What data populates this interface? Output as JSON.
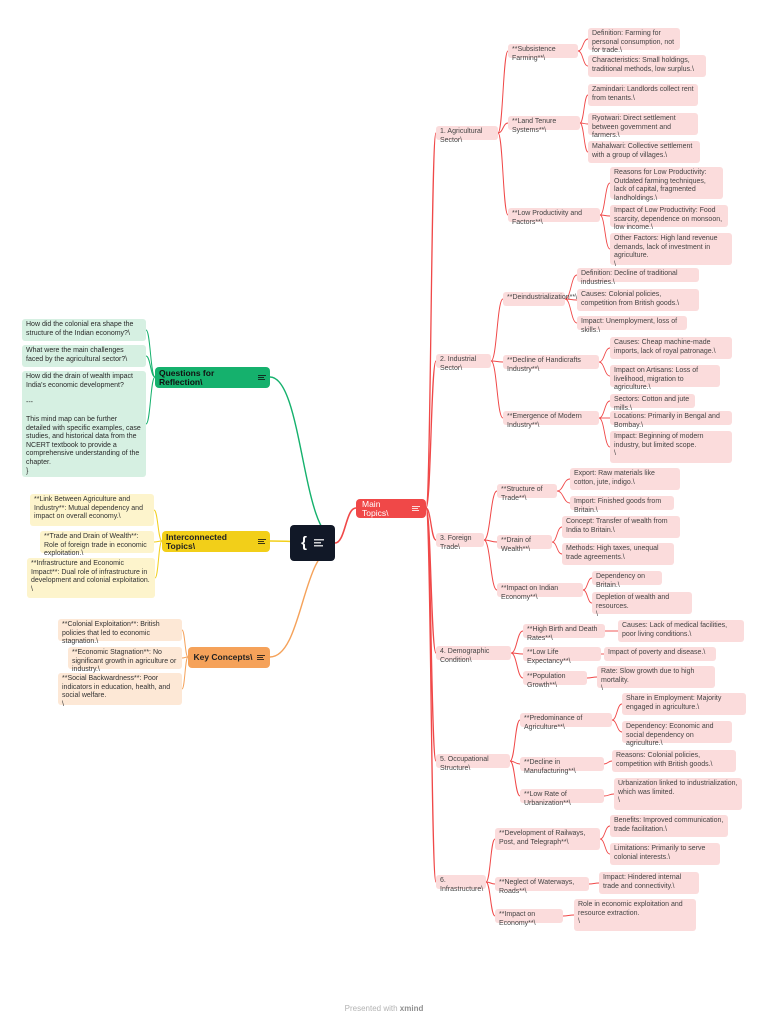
{
  "center": {
    "label": "{"
  },
  "colors": {
    "red": "#f04848",
    "green": "#15b16d",
    "yellow": "#f2cf19",
    "orange": "#f5a25a",
    "center": "#111827"
  },
  "branches": {
    "main": {
      "label": "Main Topics\\"
    },
    "reflection": {
      "label": "Questions for Reflection\\"
    },
    "interconnected": {
      "label": "Interconnected Topics\\"
    },
    "key": {
      "label": "Key Concepts\\"
    }
  },
  "main_topics": [
    {
      "label": "1. Agricultural Sector\\",
      "subs": [
        {
          "label": "**Subsistence Farming**\\",
          "details": [
            "Definition: Farming for personal consumption, not for trade.\\",
            "Characteristics: Small holdings, traditional methods, low surplus.\\"
          ]
        },
        {
          "label": "**Land Tenure Systems**\\",
          "details": [
            "Zamindari: Landlords collect rent from tenants.\\",
            "Ryotwari: Direct settlement between government and farmers.\\",
            "Mahalwari: Collective settlement with a group of villages.\\"
          ]
        },
        {
          "label": "**Low Productivity and Factors**\\",
          "details": [
            "Reasons for Low Productivity: Outdated farming techniques, lack of capital, fragmented landholdings.\\",
            "Impact of Low Productivity: Food scarcity, dependence on monsoon, low income.\\",
            "Other Factors: High land revenue demands, lack of investment in agriculture.\n\\"
          ]
        }
      ]
    },
    {
      "label": "2. Industrial Sector\\",
      "subs": [
        {
          "label": "**Deindustrialization**\\",
          "details": [
            "Definition: Decline of traditional industries.\\",
            "Causes: Colonial policies, competition from British goods.\\",
            "Impact: Unemployment, loss of skills.\\"
          ]
        },
        {
          "label": "**Decline of Handicrafts Industry**\\",
          "details": [
            "Causes: Cheap machine-made imports, lack of royal patronage.\\",
            "Impact on Artisans: Loss of livelihood, migration to agriculture.\\"
          ]
        },
        {
          "label": "**Emergence of Modern Industry**\\",
          "details": [
            "Sectors: Cotton and jute mills.\\",
            "Locations: Primarily in Bengal and Bombay.\\",
            "Impact: Beginning of modern industry, but limited scope.\n\\"
          ]
        }
      ]
    },
    {
      "label": "3. Foreign Trade\\",
      "subs": [
        {
          "label": "**Structure of Trade**\\",
          "details": [
            "Export: Raw materials like cotton, jute, indigo.\\",
            "Import: Finished goods from Britain.\\"
          ]
        },
        {
          "label": "**Drain of Wealth**\\",
          "details": [
            "Concept: Transfer of wealth from India to Britain.\\",
            "Methods: High taxes, unequal trade agreements.\\"
          ]
        },
        {
          "label": "**Impact on Indian Economy**\\",
          "details": [
            "Dependency on Britain.\\",
            "Depletion of wealth and resources.\n\\"
          ]
        }
      ]
    },
    {
      "label": "4. Demographic Condition\\",
      "subs": [
        {
          "label": "**High Birth and Death Rates**\\",
          "details": [
            "Causes: Lack of medical facilities, poor living conditions.\\"
          ]
        },
        {
          "label": "**Low Life Expectancy**\\",
          "details": [
            "Impact of poverty and disease.\\"
          ]
        },
        {
          "label": "**Population Growth**\\",
          "details": [
            "Rate: Slow growth due to high mortality.\n\\"
          ]
        }
      ]
    },
    {
      "label": "5. Occupational Structure\\",
      "subs": [
        {
          "label": "**Predominance of Agriculture**\\",
          "details": [
            "Share in Employment: Majority engaged in agriculture.\\",
            "Dependency: Economic and social dependency on agriculture.\\"
          ]
        },
        {
          "label": "**Decline in Manufacturing**\\",
          "details": [
            "Reasons: Colonial policies, competition with British goods.\\"
          ]
        },
        {
          "label": "**Low Rate of Urbanization**\\",
          "details": [
            "Urbanization linked to industrialization, which was limited.\n\\"
          ]
        }
      ]
    },
    {
      "label": "6. Infrastructure\\",
      "subs": [
        {
          "label": "**Development of Railways, Post, and Telegraph**\\",
          "details": [
            "Benefits: Improved communication, trade facilitation.\\",
            "Limitations: Primarily to serve colonial interests.\\"
          ]
        },
        {
          "label": "**Neglect of Waterways, Roads**\\",
          "details": [
            "Impact: Hindered internal trade and connectivity.\\"
          ]
        },
        {
          "label": "**Impact on Economy**\\",
          "details": [
            "Role in economic exploitation and resource extraction.\n\\"
          ]
        }
      ]
    }
  ],
  "reflection_items": [
    "How did the colonial era shape the structure of the Indian economy?\\",
    "What were the main challenges faced by the agricultural sector?\\",
    "How did the drain of wealth impact India's economic development?\n\n---\n\nThis mind map can be further detailed with specific examples, case studies, and historical data from the NCERT textbook to provide a comprehensive understanding of the chapter.\n}"
  ],
  "interconnected_items": [
    "**Link Between Agriculture and Industry**: Mutual dependency and impact on overall economy.\\",
    "**Trade and Drain of Wealth**: Role of foreign trade in economic exploitation.\\",
    "**Infrastructure and Economic Impact**: Dual role of infrastructure in development and colonial exploitation.\n\\"
  ],
  "key_items": [
    "**Colonial Exploitation**: British policies that led to economic stagnation.\\",
    "**Economic Stagnation**: No significant growth in agriculture or industry.\\",
    "**Social Backwardness**: Poor indicators in education, health, and social welfare.\n\\"
  ],
  "footer": {
    "prefix": "Presented with",
    "brand": "xmind"
  }
}
